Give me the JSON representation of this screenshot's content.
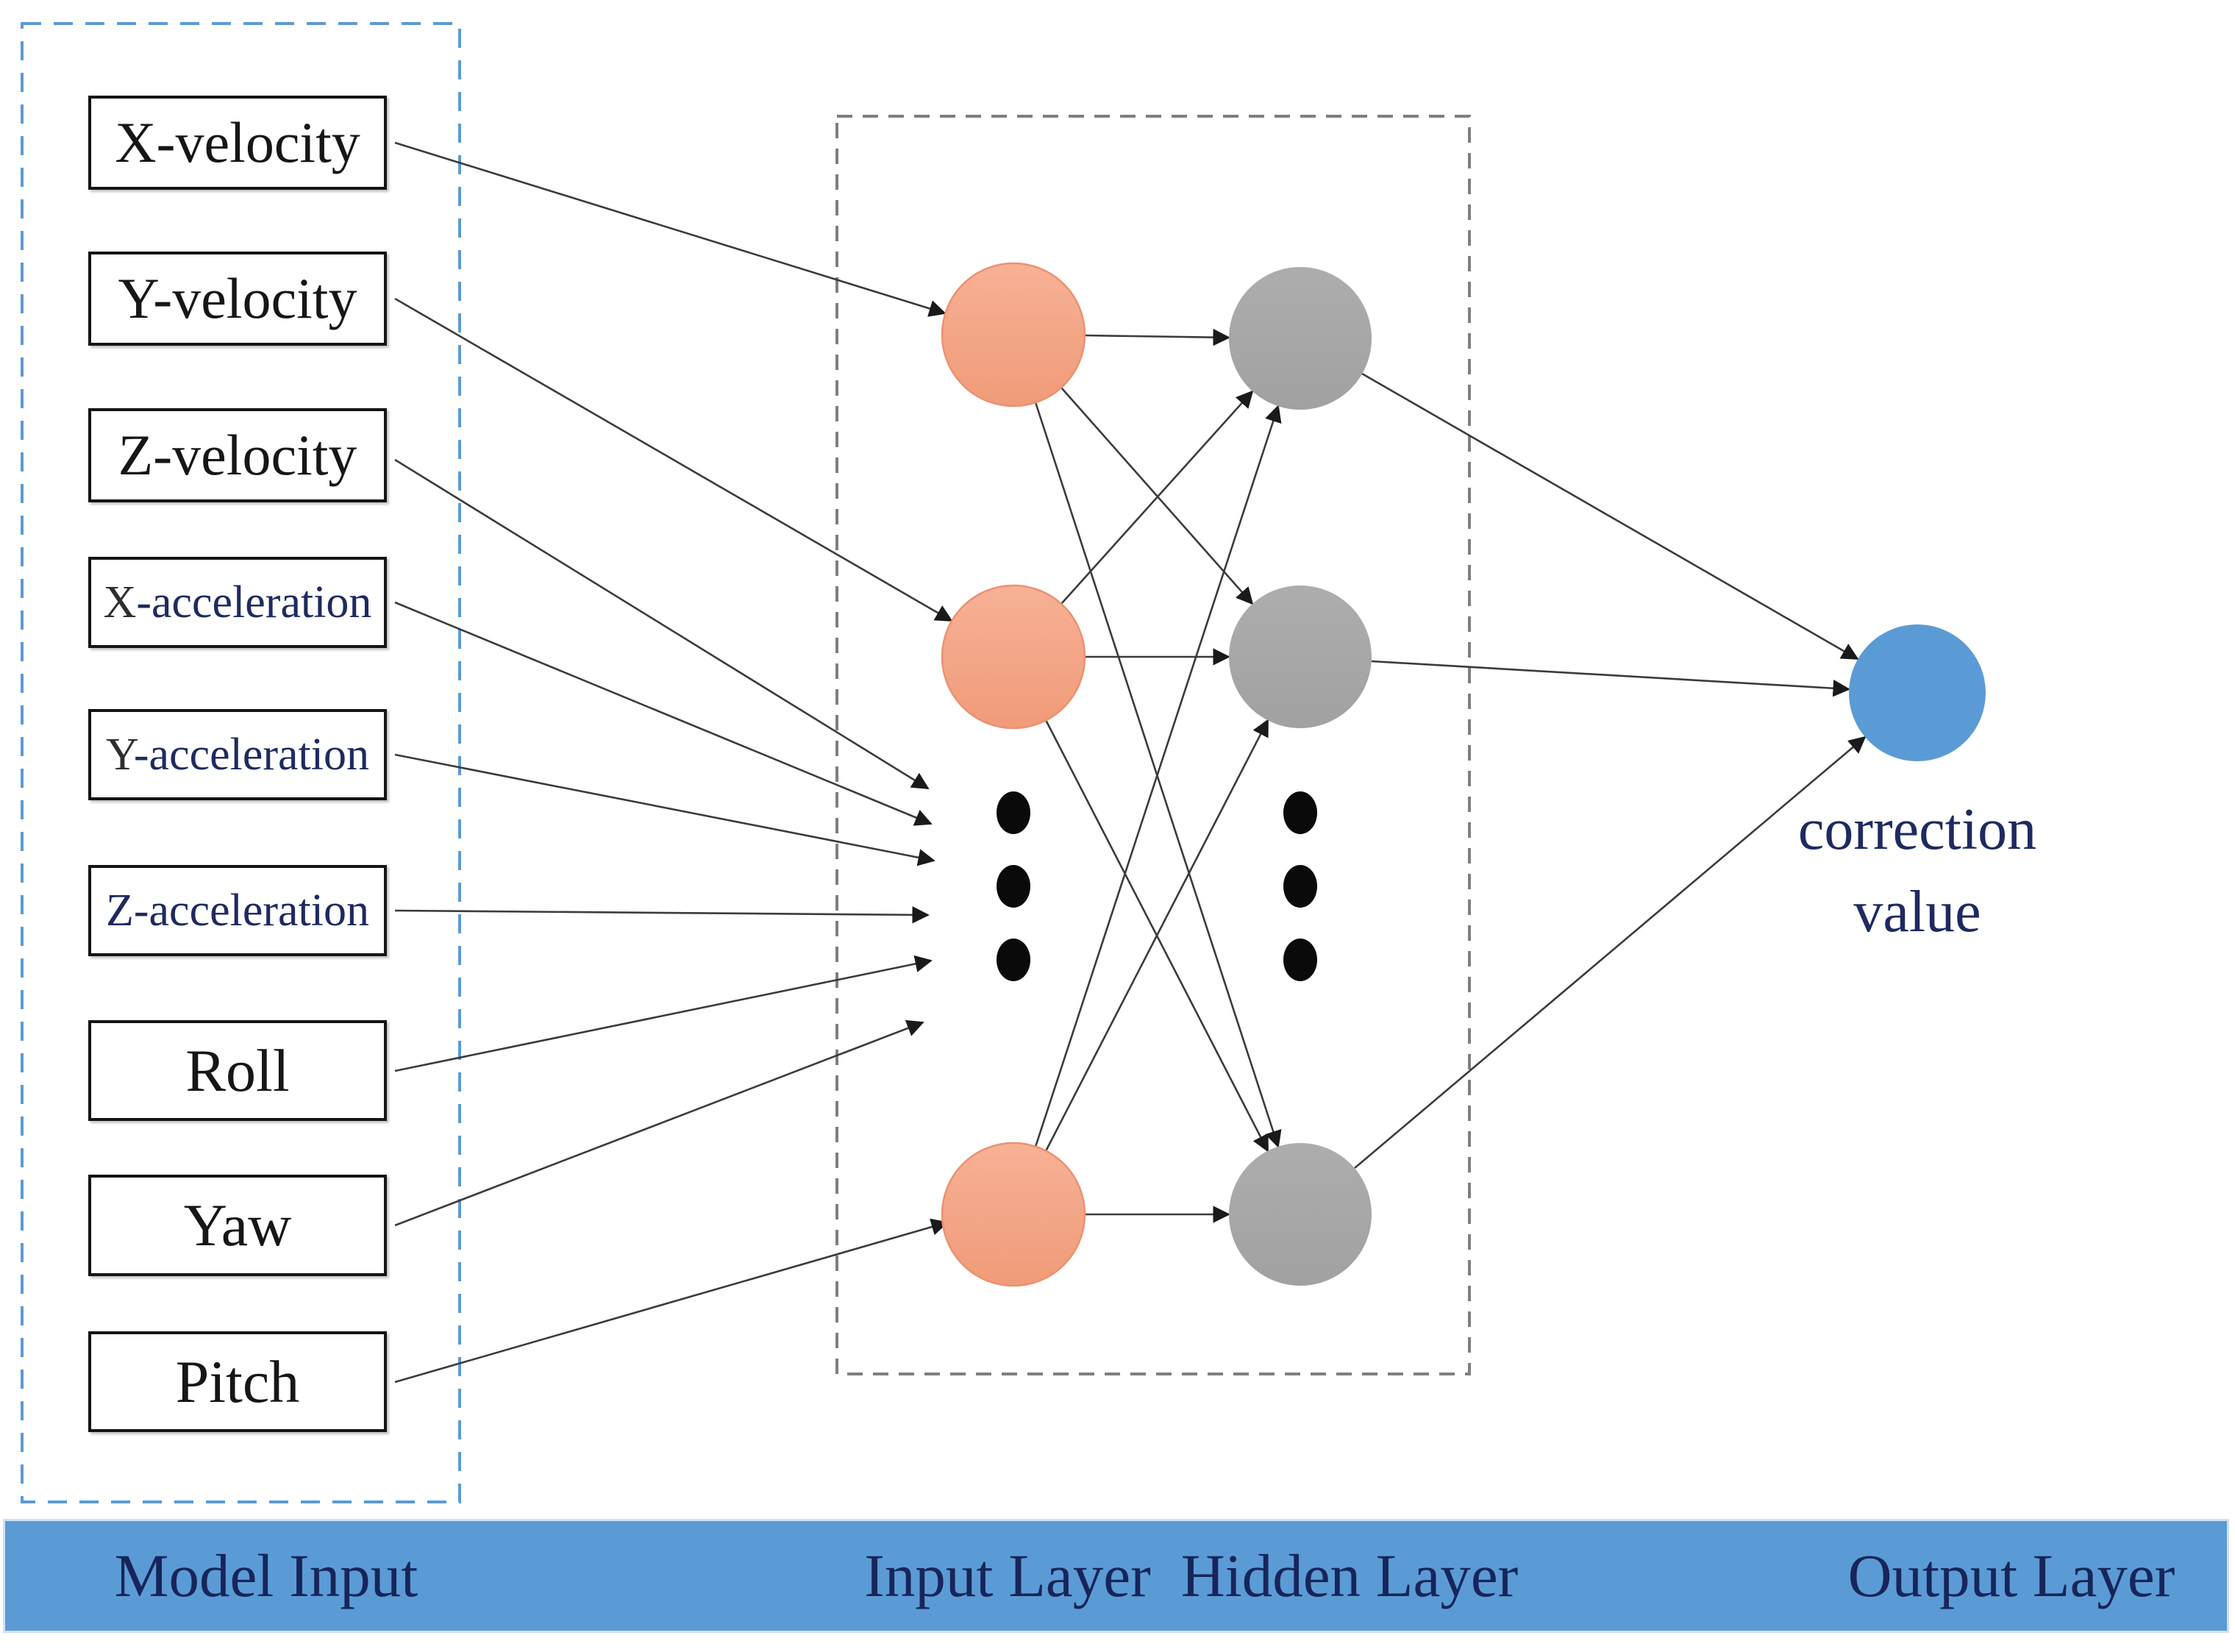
{
  "colors": {
    "accent-blue": "#5B9BD5",
    "bar-blue": "#5B9BD5",
    "navy-text": "#1E2A60",
    "node-orange": "#F3A283",
    "node-orange-border": "#EC9170",
    "node-gray": "#A5A5A5",
    "node-blue": "#5B9BD5",
    "line-gray": "#3B3B3B",
    "dash-gray": "#7F7F7F"
  },
  "model_input": {
    "boxes": [
      {
        "label": "X-velocity"
      },
      {
        "label": "Y-velocity"
      },
      {
        "label": "Z-velocity"
      },
      {
        "label": "X-acceleration"
      },
      {
        "label": "Y-acceleration"
      },
      {
        "label": "Z-acceleration"
      },
      {
        "label": "Roll"
      },
      {
        "label": "Yaw"
      },
      {
        "label": "Pitch"
      }
    ]
  },
  "network": {
    "input_layer_visible_nodes": 3,
    "hidden_layer_visible_nodes": 3,
    "output_node_label": "correction value"
  },
  "footer": {
    "labels": [
      "Model Input",
      "Input Layer",
      "Hidden Layer",
      "Output Layer"
    ]
  }
}
